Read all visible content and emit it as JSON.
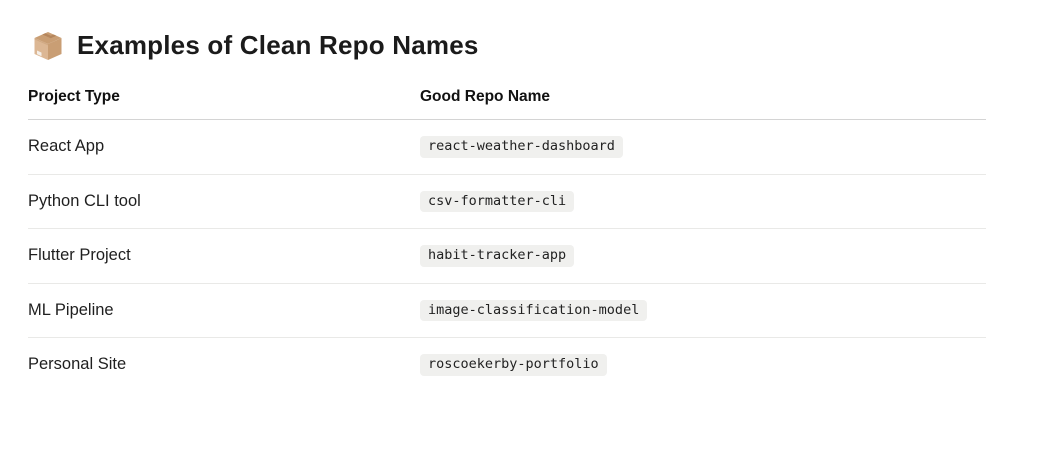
{
  "page": {
    "title": "Examples of Clean Repo Names",
    "title_icon": "package-icon"
  },
  "table": {
    "columns": [
      "Project Type",
      "Good Repo Name"
    ],
    "rows": [
      {
        "project_type": "React App",
        "repo_name": "react-weather-dashboard"
      },
      {
        "project_type": "Python CLI tool",
        "repo_name": "csv-formatter-cli"
      },
      {
        "project_type": "Flutter Project",
        "repo_name": "habit-tracker-app"
      },
      {
        "project_type": "ML Pipeline",
        "repo_name": "image-classification-model"
      },
      {
        "project_type": "Personal Site",
        "repo_name": "roscoekerby-portfolio"
      }
    ]
  },
  "colors": {
    "text": "#1f1f1f",
    "header_border": "#d4d4d4",
    "row_border": "#e9e9e7",
    "code_background": "#f0f0ee",
    "code_text": "#222222",
    "box_tan_light": "#dcb794",
    "box_tan_mid": "#c99e74",
    "box_tan_dark": "#b4855c"
  }
}
